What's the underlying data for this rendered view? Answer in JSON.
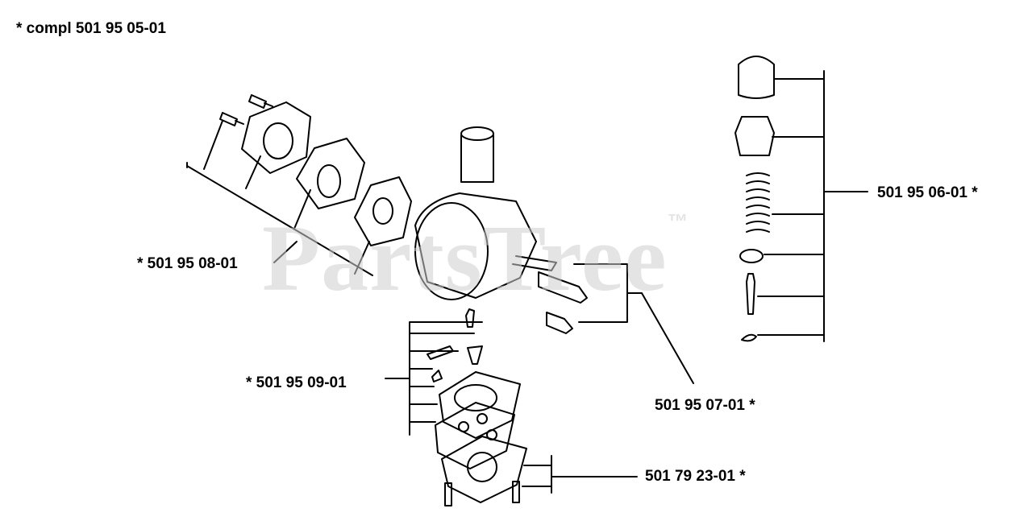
{
  "header": {
    "title": "*  compl 501 95 05-01"
  },
  "callouts": {
    "intake_kit": "*  501 95 08-01",
    "pump_kit": "*  501 95 09-01",
    "needle_kit": "501 95 07-01  *",
    "valve_kit": "501 95 06-01  *",
    "diaphragm_kit": "501 79 23-01  *"
  },
  "watermark": {
    "text": "PartsTree",
    "mark": "™"
  }
}
